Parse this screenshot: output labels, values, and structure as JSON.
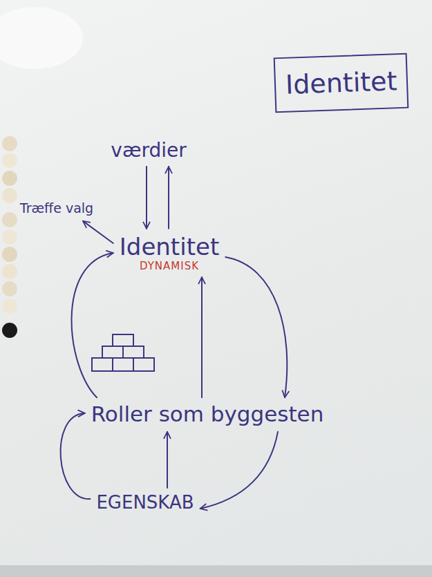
{
  "diagram": {
    "title": "Identitet",
    "nodes": [
      {
        "text": [
          "værdier"
        ]
      },
      {
        "text": [
          "Træffe valg"
        ]
      },
      {
        "text": [
          "Identitet",
          "DYNAMISK"
        ]
      },
      {
        "text": [
          "Roller som byggesten"
        ]
      },
      {
        "text": [
          "EGENSKAB"
        ]
      }
    ],
    "edges": [
      {
        "from": 0,
        "to": 2,
        "arrow": "to"
      },
      {
        "from": 2,
        "to": 0,
        "arrow": "to"
      },
      {
        "from": 2,
        "to": 1,
        "arrow": "to"
      },
      {
        "from": 2,
        "to": 3,
        "arrow": "to"
      },
      {
        "from": 3,
        "to": 2,
        "arrow": "to"
      },
      {
        "from": 3,
        "to": 4,
        "arrow": "to"
      },
      {
        "from": 4,
        "to": 3,
        "arrow": "to"
      },
      {
        "from": 4,
        "to": 3,
        "arrow": "to"
      },
      {
        "from": 3,
        "to": 2,
        "arrow": "to"
      }
    ]
  }
}
